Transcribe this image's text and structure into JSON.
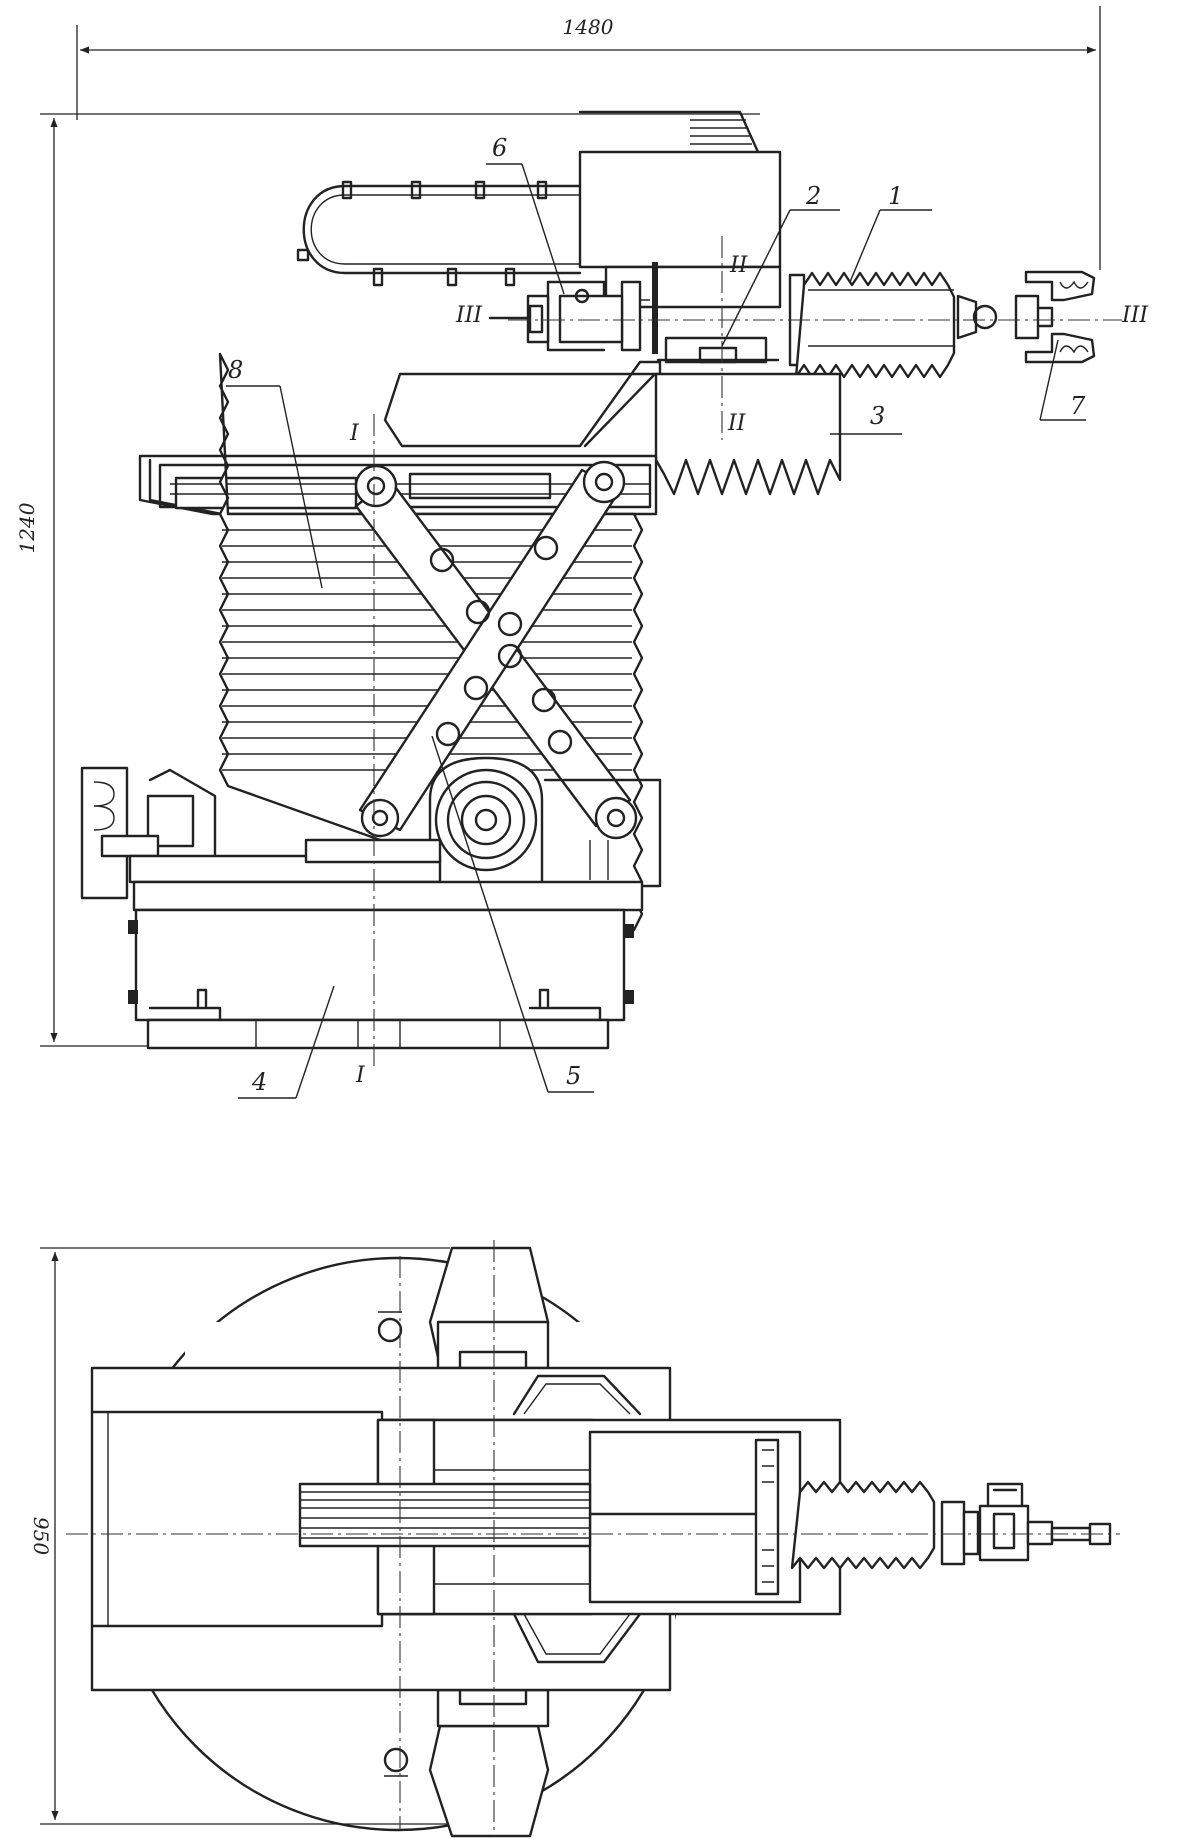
{
  "dimensions": {
    "overall_length": "1480",
    "overall_height": "1240",
    "plan_width": "950"
  },
  "section_marks": {
    "section_1": "I",
    "section_2": "II",
    "section_3": "III"
  },
  "callouts": {
    "item_1": "1",
    "item_2": "2",
    "item_3": "3",
    "item_4": "4",
    "item_5": "5",
    "item_6": "6",
    "item_7": "7",
    "item_8": "8"
  }
}
